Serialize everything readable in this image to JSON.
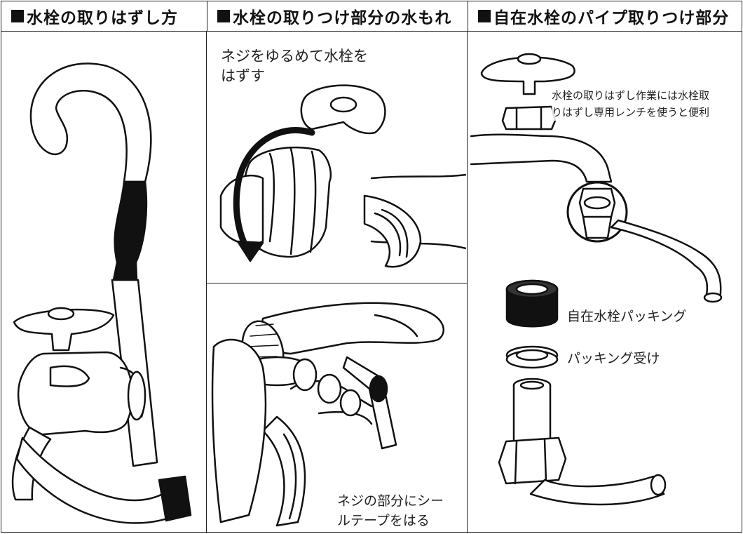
{
  "headers": [
    "水栓の取りはずし方",
    "水栓の取りつけ部分の水もれ",
    "自在水栓のパイプ取りつけ部分"
  ],
  "captions": {
    "unscrew": [
      "ネジをゆるめて水栓を",
      "はずす"
    ],
    "seal_tape": [
      "ネジの部分にシー",
      "ルテープをはる"
    ],
    "wrench_tip": [
      "水栓の取りはずし作業には水栓取",
      "りはずし専用レンチを使うと便利"
    ],
    "packing": "自在水栓パッキング",
    "packing_holder": "パッキング受け"
  }
}
